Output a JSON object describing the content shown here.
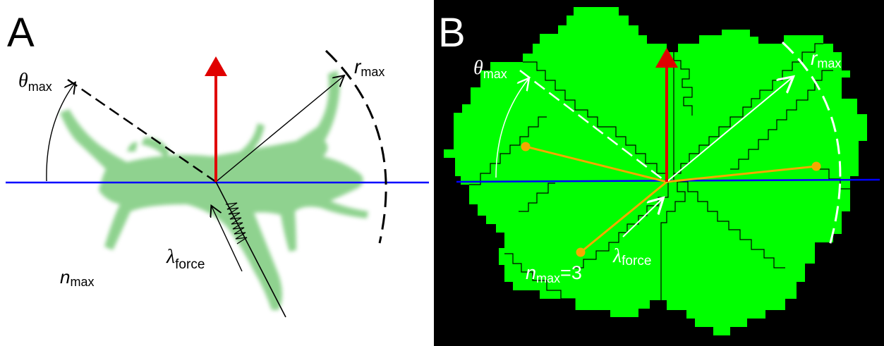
{
  "panel_a": {
    "letter": "A",
    "theta_symbol": "θ",
    "theta_sub": "max",
    "r_symbol": "r",
    "r_sub": "max",
    "n_symbol": "n",
    "n_sub": "max",
    "lambda_symbol": "λ",
    "lambda_sub": "force"
  },
  "panel_b": {
    "letter": "B",
    "theta_symbol": "θ",
    "theta_sub": "max",
    "r_symbol": "r",
    "r_sub": "max",
    "n_symbol": "n",
    "n_sub": "max",
    "n_value": "=3",
    "lambda_symbol": "λ",
    "lambda_sub": "force"
  },
  "colors": {
    "axis_line": "#0000ff",
    "force_arrow": "#e00000",
    "cell_green": "#00ff00",
    "orange_lines": "#f5a800",
    "cell_a": "#6fc46f"
  }
}
